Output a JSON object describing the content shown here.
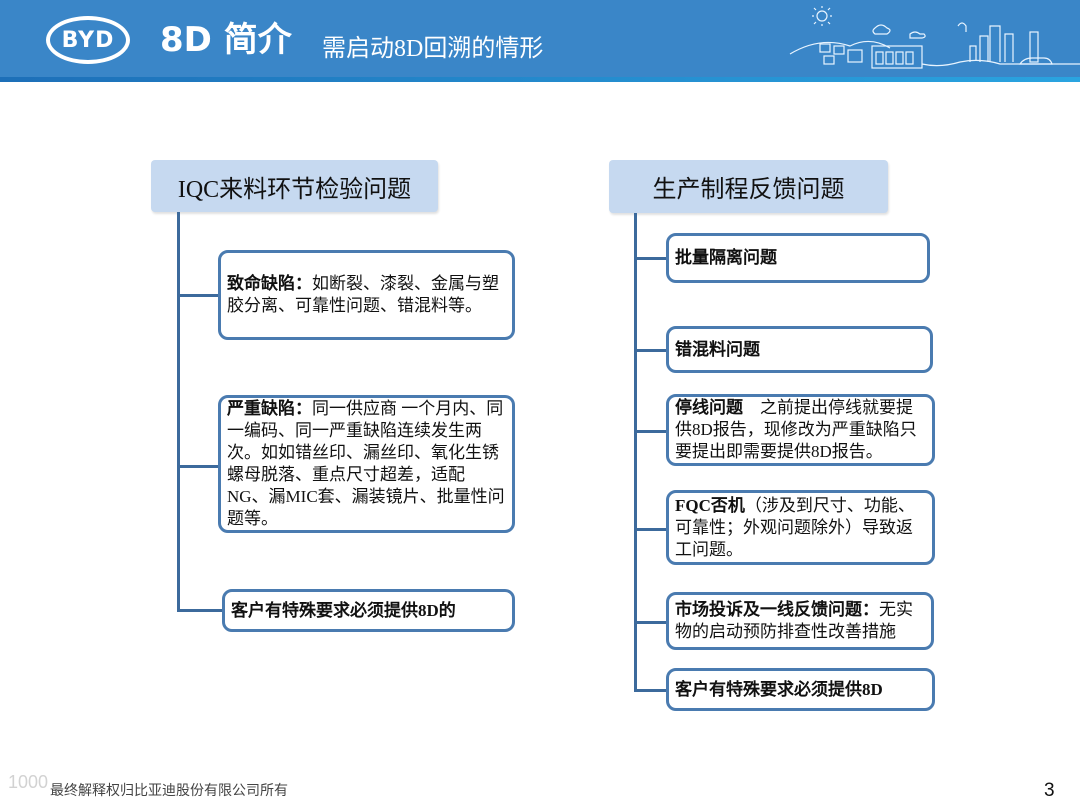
{
  "header": {
    "logo_text": "BYD",
    "title": "8D 简介",
    "subtitle": "需启动8D回溯的情形",
    "colors": {
      "header_bg": "#3a86c8",
      "accent_bar": "#1d6fb8"
    }
  },
  "left_column": {
    "heading": "IQC来料环节检验问题",
    "items": [
      {
        "bold": "致命缺陷：",
        "text": "如断裂、漆裂、金属与塑胶分离、可靠性问题、错混料等。"
      },
      {
        "bold": "严重缺陷：",
        "text": "同一供应商 一个月内、同一编码、同一严重缺陷连续发生两次。如如错丝印、漏丝印、氧化生锈螺母脱落、重点尺寸超差，适配NG、漏MIC套、漏装镜片、批量性问题等。"
      },
      {
        "bold": "客户有特殊要求必须提供8D的",
        "text": ""
      }
    ]
  },
  "right_column": {
    "heading": "生产制程反馈问题",
    "items": [
      {
        "bold": "批量隔离问题",
        "text": ""
      },
      {
        "bold": "错混料问题",
        "text": ""
      },
      {
        "bold": "停线问题",
        "text": "　之前提出停线就要提供8D报告，现修改为严重缺陷只要提出即需要提供8D报告。"
      },
      {
        "bold": "FQC否机",
        "text": "（涉及到尺寸、功能、可靠性；外观问题除外）导致返工问题。"
      },
      {
        "bold": "市场投诉及一线反馈问题：",
        "text": "无实物的启动预防排查性改善措施"
      },
      {
        "bold": "客户有特殊要求必须提供8D",
        "text": ""
      }
    ]
  },
  "footer": {
    "copyright": "最终解释权归比亚迪股份有限公司所有",
    "page_number": "3",
    "watermark": "1000"
  }
}
